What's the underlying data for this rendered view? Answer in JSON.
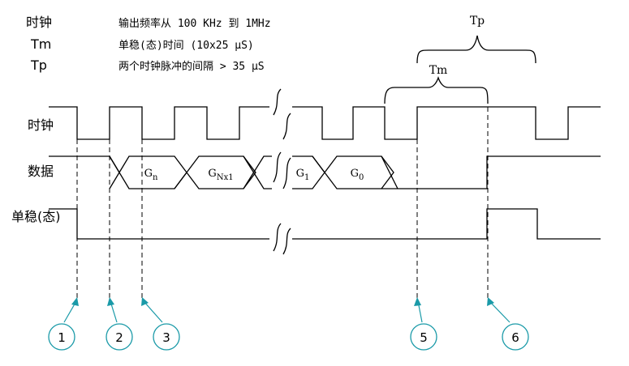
{
  "legend": [
    {
      "term": "时钟",
      "desc": "输出频率从 100 KHz 到 1MHz"
    },
    {
      "term": "Tm",
      "desc": "单稳(态)时间 (10x25 μS)"
    },
    {
      "term": "Tp",
      "desc": "两个时钟脉冲的间隔 > 35 μS"
    }
  ],
  "signals": {
    "clock": "时钟",
    "data": "数据",
    "monostable": "单稳(态)"
  },
  "data_words": [
    {
      "base": "G",
      "sub": "n"
    },
    {
      "base": "G",
      "sub": "Nx1"
    },
    {
      "base": "G",
      "sub": "1"
    },
    {
      "base": "G",
      "sub": "0"
    }
  ],
  "braces": {
    "tp": "Tp",
    "tm": "Tm"
  },
  "markers": [
    "1",
    "2",
    "3",
    "5",
    "6"
  ],
  "colors": {
    "signal": "#000000",
    "marker": "#1a9aa8"
  }
}
